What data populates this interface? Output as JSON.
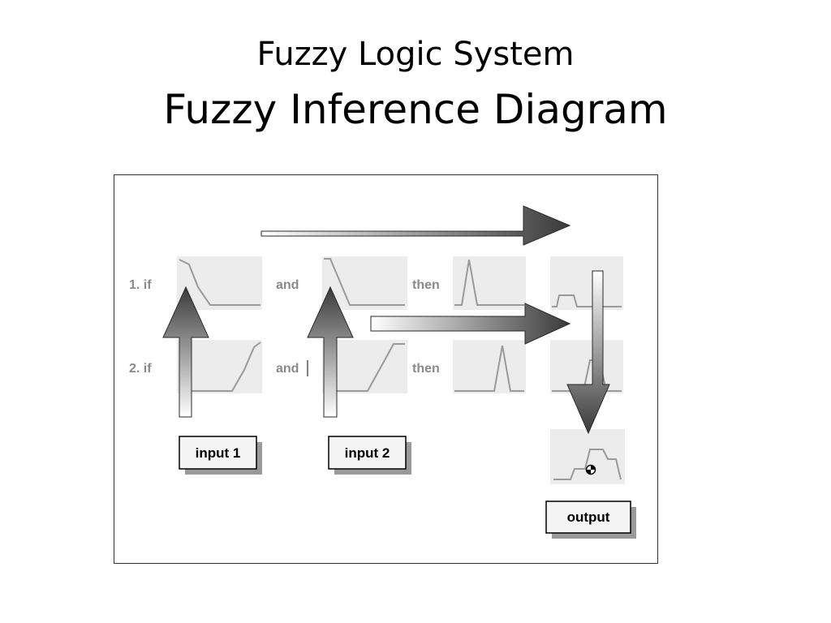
{
  "slide": {
    "subtitle": "Fuzzy Logic System",
    "title": "Fuzzy Inference Diagram"
  },
  "diagram": {
    "rules": [
      {
        "if_label": "1. if",
        "and_label": "and",
        "then_label": "then"
      },
      {
        "if_label": "2. if",
        "and_label": "and",
        "then_label": "then"
      }
    ],
    "inputs": [
      {
        "label": "input 1"
      },
      {
        "label": "input 2"
      }
    ],
    "output": {
      "label": "output"
    },
    "colors": {
      "panel": "#ececec",
      "curve": "#9a9a9a",
      "arrow_dark": "#3a3a3a",
      "box_shadow": "#9a9a9a"
    }
  }
}
